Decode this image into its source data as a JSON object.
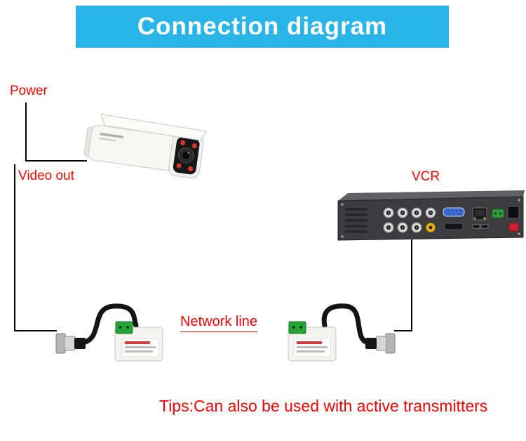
{
  "banner": {
    "title": "Connection diagram",
    "background_color": "#29b5e8",
    "text_color": "#ffffff"
  },
  "labels": {
    "power": "Power",
    "video_out": "Video out",
    "vcr": "VCR",
    "network_line": "Network line",
    "tips": "Tips:Can also be used with active transmitters",
    "label_color": "#fe0000"
  },
  "devices": {
    "camera": "bullet-cctv-camera",
    "recorder": "dvr-rear-panel",
    "balun_left": "passive-video-balun",
    "balun_right": "passive-video-balun"
  },
  "wires": {
    "color": "#000000",
    "connections": [
      "power-to-camera",
      "camera-video-out-to-left-balun",
      "left-balun-to-right-balun-network-line",
      "right-balun-to-vcr"
    ]
  }
}
